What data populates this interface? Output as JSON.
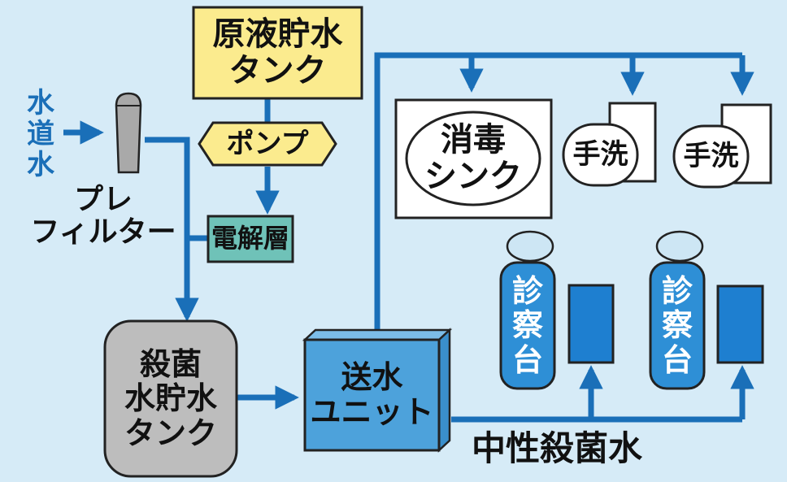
{
  "title": "中性殺菌水 供給システム",
  "colors": {
    "background": "#d6ebf7",
    "pipe": "#1a6fb8",
    "source_tank": "#fbeb8e",
    "pump": "#fbeb8e",
    "electrolysis": "#6fc2b8",
    "sterile_tank": "#bdbdbd",
    "pump_unit": "#4da2db",
    "exam_table": "#2e8fd6",
    "exam_tray": "#1e7fd0",
    "fixture": "#ffffff",
    "filter": "#a9a9a9"
  },
  "nodes": {
    "tap_water": "水\n道\n水",
    "prefilter": "プレ\nフィルター",
    "source_tank": "原液貯水\nタンク",
    "pump": "ポンプ",
    "electrolysis": "電解層",
    "sterile_tank": "殺菌\n水貯水\nタンク",
    "pump_unit": "送水\nユニット",
    "disinfect_sink": "消毒\nシンク",
    "handwash_1": "手洗",
    "handwash_2": "手洗",
    "exam_table_1": "診\n察\n台",
    "exam_table_2": "診\n察\n台",
    "output_label": "中性殺菌水"
  },
  "edges": [
    {
      "from": "tap_water",
      "to": "prefilter"
    },
    {
      "from": "source_tank",
      "to": "pump"
    },
    {
      "from": "pump",
      "to": "electrolysis"
    },
    {
      "from": "prefilter",
      "to": "electrolysis"
    },
    {
      "from": "prefilter",
      "to": "sterile_tank"
    },
    {
      "from": "sterile_tank",
      "to": "pump_unit"
    },
    {
      "from": "pump_unit",
      "to": "disinfect_sink"
    },
    {
      "from": "pump_unit",
      "to": "handwash_1"
    },
    {
      "from": "pump_unit",
      "to": "handwash_2"
    },
    {
      "from": "pump_unit",
      "to": "exam_table_1"
    },
    {
      "from": "pump_unit",
      "to": "exam_table_2"
    }
  ]
}
